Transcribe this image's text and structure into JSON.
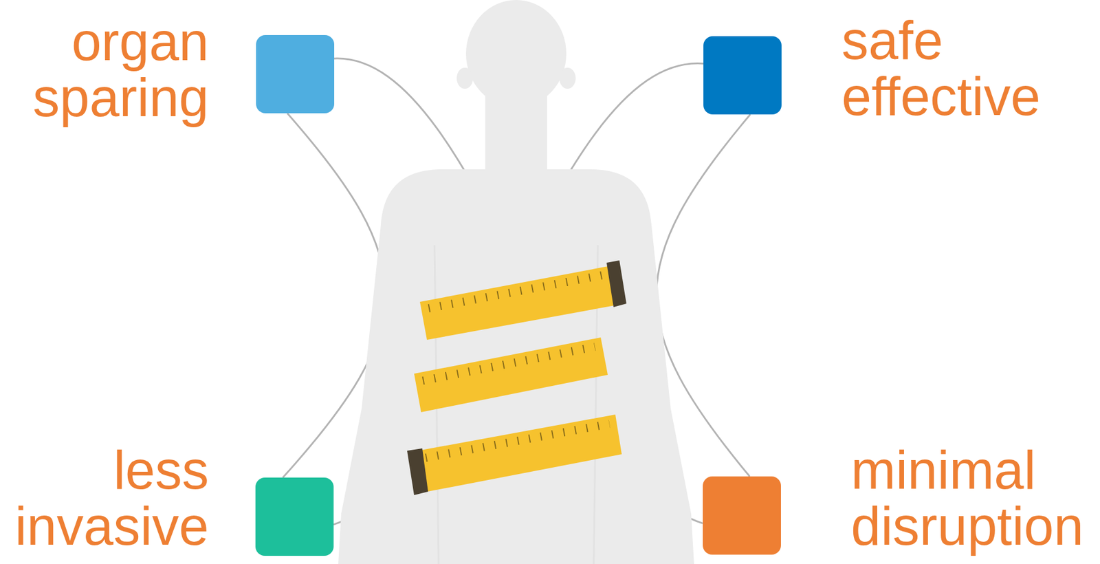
{
  "diagram": {
    "nodes": [
      {
        "text": [
          "organ sparing"
        ]
      },
      {
        "text": [
          "safe effective"
        ]
      },
      {
        "text": [
          "less invasive"
        ]
      },
      {
        "text": [
          "minimal disruption"
        ]
      }
    ],
    "edges": [
      {
        "from": 0,
        "to": 2,
        "arrow": "none"
      },
      {
        "from": 1,
        "to": 3,
        "arrow": "none"
      },
      {
        "from": 0,
        "to": 3,
        "arrow": "none"
      },
      {
        "from": 1,
        "to": 2,
        "arrow": "none"
      }
    ]
  }
}
